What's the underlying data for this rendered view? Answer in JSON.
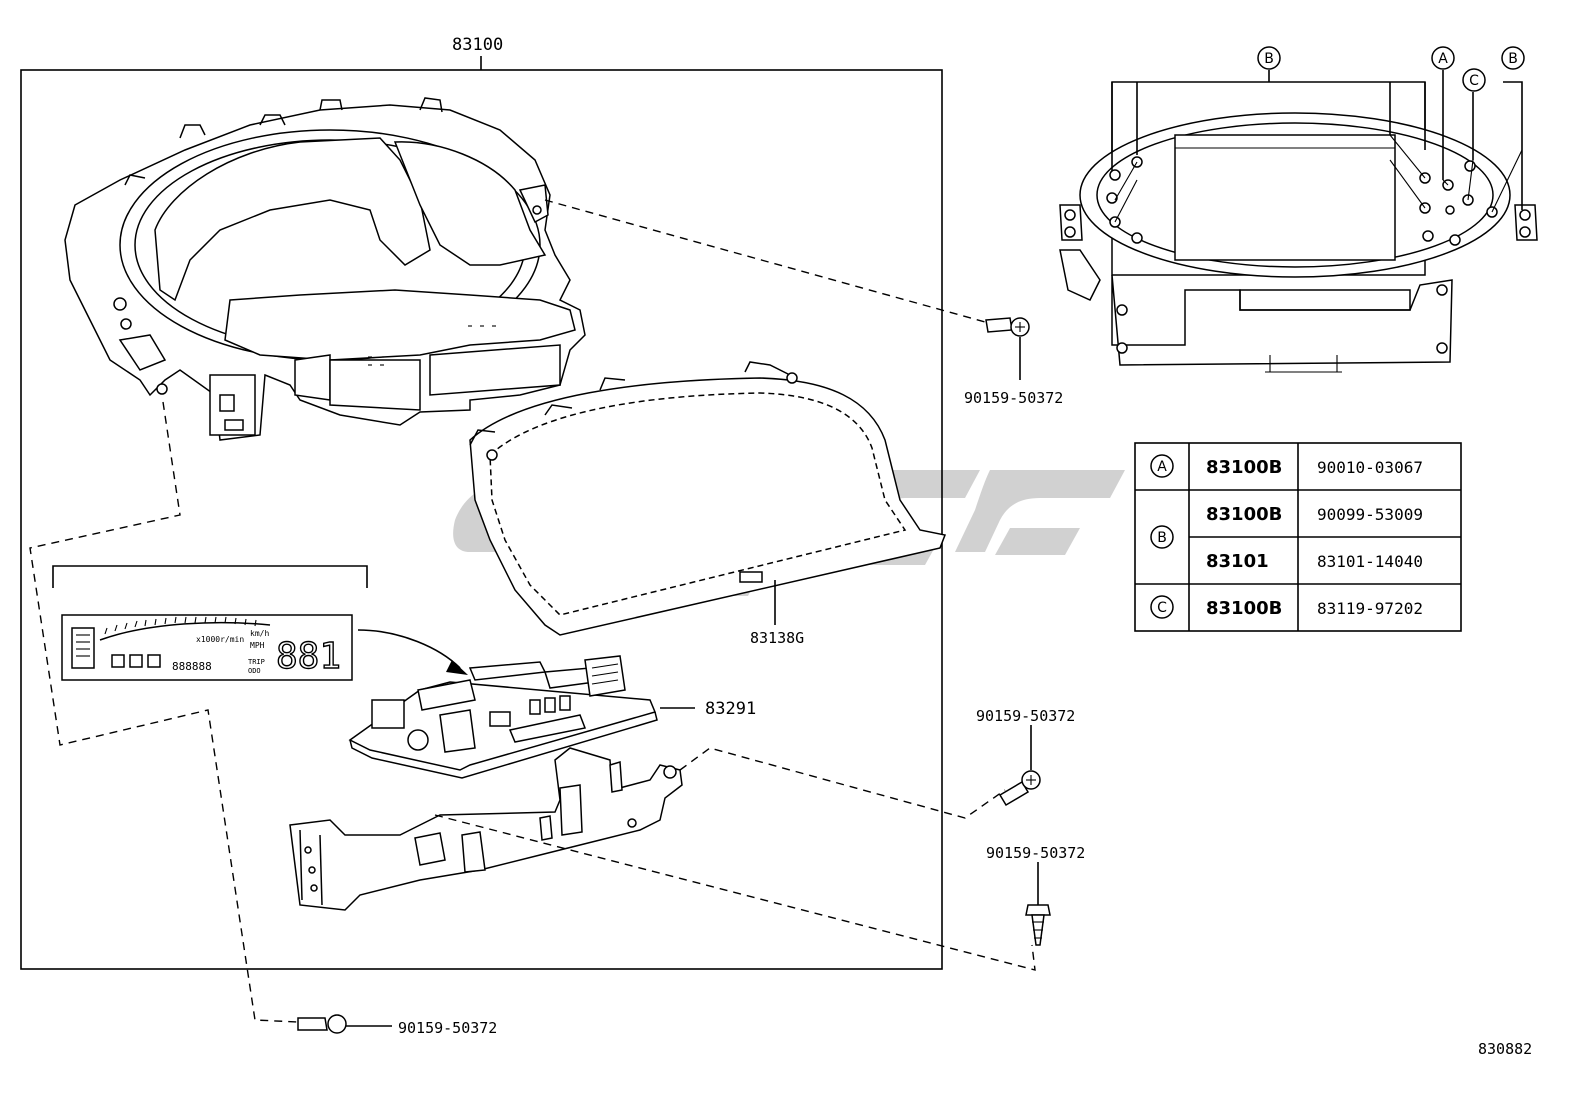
{
  "labels": {
    "main_assembly": "83100",
    "screw_top": "90159-50372",
    "lens": "83138G",
    "circuit_board": "83291",
    "screw_mid": "90159-50372",
    "screw_lower": "90159-50372",
    "screw_bottom": "90159-50372",
    "figure_number": "830882"
  },
  "callouts": {
    "a": "A",
    "b": "B",
    "c": "C"
  },
  "display": {
    "unit_top": "km/h",
    "unit_mph": "MPH",
    "scale_note": "x1000r/min",
    "odo": "ODO",
    "trip": "TRIP",
    "digits": "881",
    "small_digits": "888888"
  },
  "table": {
    "rows": [
      {
        "callout": "A",
        "part": "83100B",
        "number": "90010-03067"
      },
      {
        "callout": "B",
        "part": "83100B",
        "number": "90099-53009"
      },
      {
        "callout": "",
        "part": "83101",
        "number": "83101-14040"
      },
      {
        "callout": "C",
        "part": "83100B",
        "number": "83119-97202"
      }
    ]
  }
}
